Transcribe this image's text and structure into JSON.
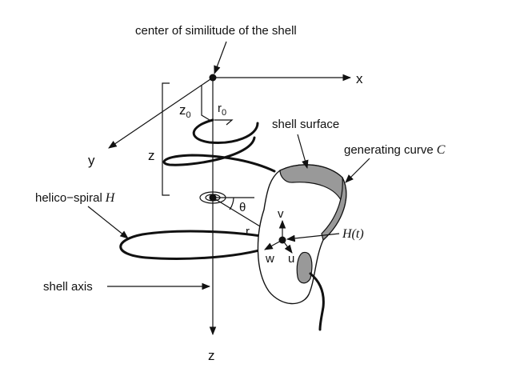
{
  "labels": {
    "center_of_similitude": "center of similitude of the shell",
    "x_axis": "x",
    "y_axis": "y",
    "z_axis": "z",
    "z_brace": "z",
    "z0_main": "z",
    "z0_sub": "0",
    "r0_main": "r",
    "r0_sub": "0",
    "shell_surface": "shell surface",
    "generating_curve": "generating curve",
    "generating_curve_symbol": "C",
    "helico_spiral": "helico−spiral",
    "helico_spiral_symbol": "H",
    "theta": "θ",
    "r": "r",
    "v": "v",
    "u": "u",
    "w": "w",
    "H_of_t": "H(t)",
    "shell_axis": "shell axis"
  },
  "colors": {
    "ink": "#111111",
    "shell_hatch": "#999999",
    "background": "#ffffff"
  }
}
